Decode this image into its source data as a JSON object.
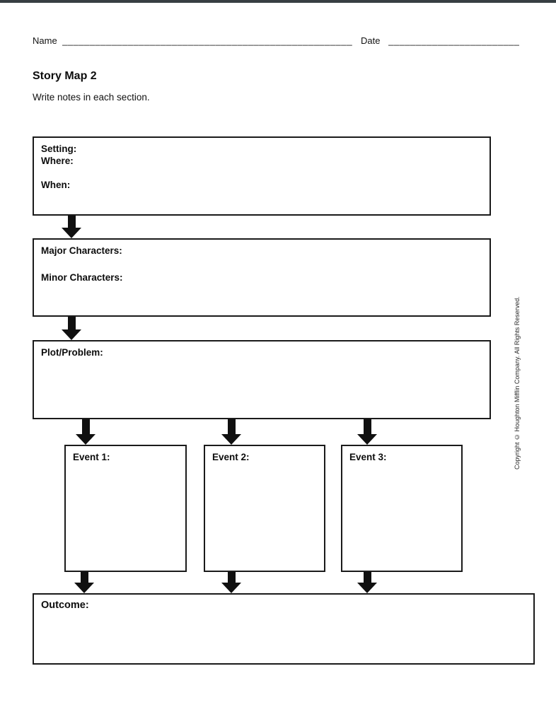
{
  "header": {
    "name_label": "Name",
    "name_line": "______________________________________________________________________",
    "date_label": "Date",
    "date_line": "________________________________________"
  },
  "title": "Story Map 2",
  "instructions": "Write notes in each section.",
  "sections": {
    "setting": {
      "title": "Setting:",
      "where": "Where:",
      "when": "When:"
    },
    "characters": {
      "major": "Major Characters:",
      "minor": "Minor Characters:"
    },
    "plot": {
      "label": "Plot/Problem:"
    },
    "events": [
      {
        "label": "Event 1:"
      },
      {
        "label": "Event 2:"
      },
      {
        "label": "Event 3:"
      }
    ],
    "outcome": {
      "label": "Outcome:"
    }
  },
  "copyright": "Copyright © Houghton Mifflin Company. All Rights Reserved.",
  "colors": {
    "ink": "#111111",
    "border": "#1a1a1a",
    "page_edge": "#373f43"
  }
}
